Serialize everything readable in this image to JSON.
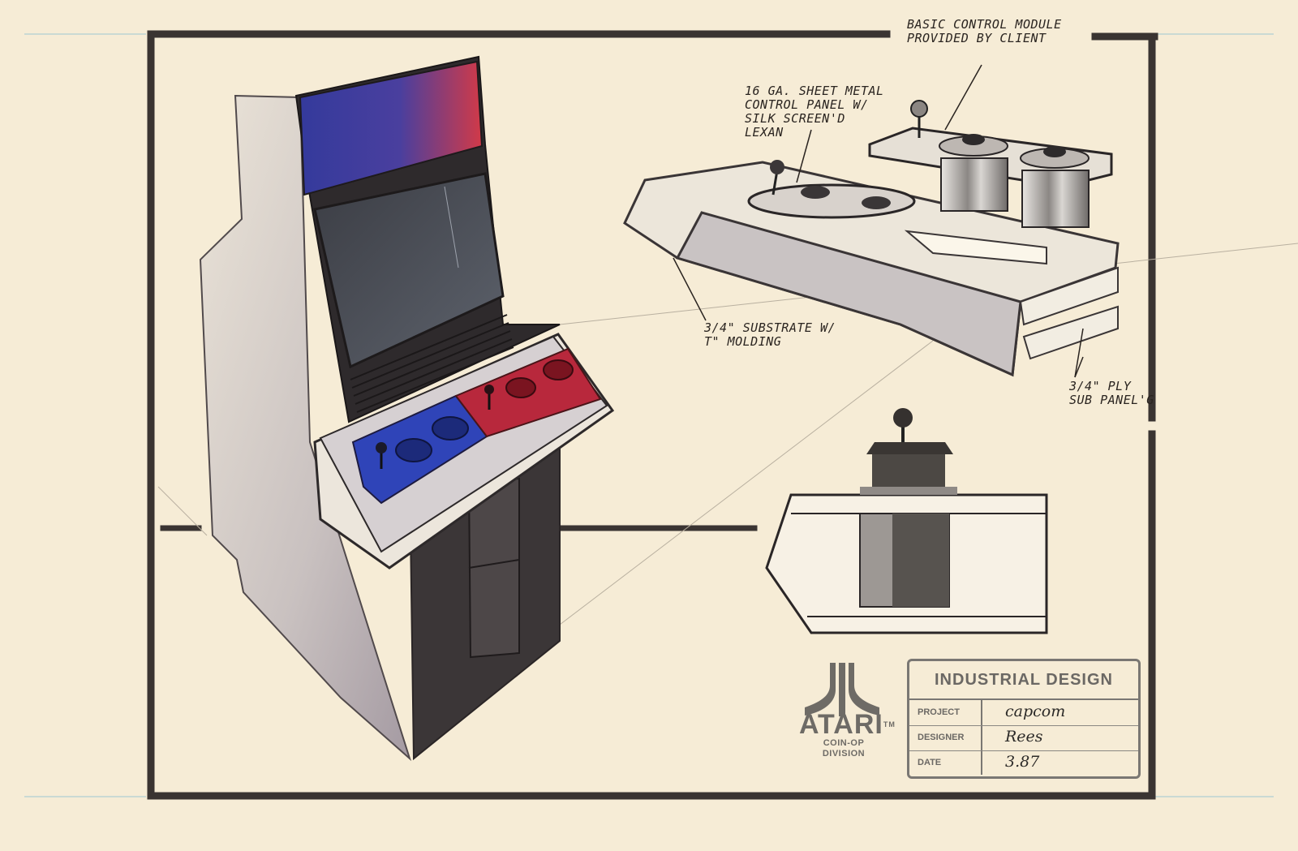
{
  "annotations": {
    "control_module": [
      "BASIC CONTROL MODULE",
      "PROVIDED BY CLIENT"
    ],
    "sheet_metal": [
      "16 GA. SHEET METAL",
      "CONTROL PANEL W/",
      "SILK SCREEN'D",
      "LEXAN"
    ],
    "substrate": [
      "3/4\" SUBSTRATE W/",
      "T\" MOLDING"
    ],
    "ply": [
      "3/4\" PLY",
      "SUB PANEL'G"
    ]
  },
  "logo": {
    "brand": "ATARI",
    "trademark": "TM",
    "division_line1": "COIN-OP",
    "division_line2": "DIVISION"
  },
  "title_block": {
    "heading": "INDUSTRIAL DESIGN",
    "project_label": "PROJECT",
    "project_value": "capcom",
    "designer_label": "DESIGNER",
    "designer_value": "Rees",
    "date_label": "DATE",
    "date_value": "3.87"
  },
  "colors": {
    "paper": "#f6ecd6",
    "frame": "#3a3432",
    "marquee_blue": "#3c3e9e",
    "marquee_red": "#c9344a",
    "panel_blue": "#2f44b8",
    "panel_red": "#b8283c",
    "stamp_ink": "#7a7773"
  }
}
